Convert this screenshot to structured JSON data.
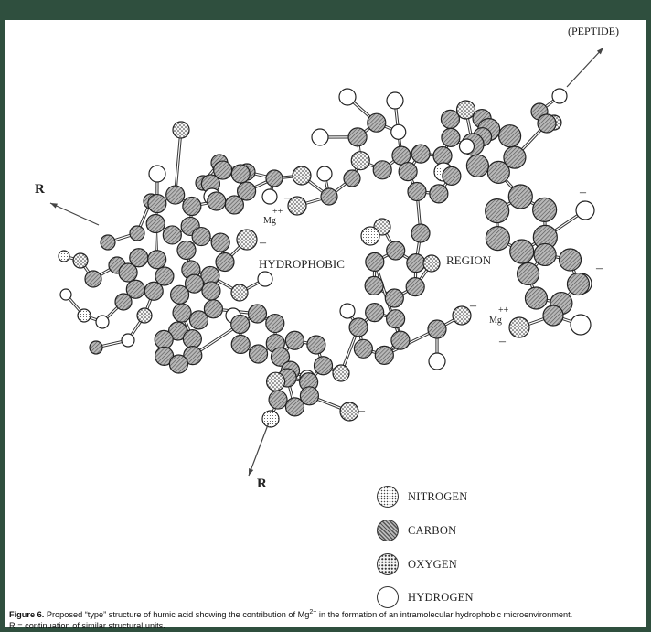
{
  "labels": {
    "peptide": "(PEPTIDE)",
    "r_left": "R",
    "r_bottom": "R",
    "hydrophobic": "HYDROPHOBIC",
    "region": "REGION",
    "mg1": "Mg",
    "mg1_charge": "++",
    "mg2": "Mg",
    "mg2_charge": "++",
    "minus": "–"
  },
  "legend": [
    {
      "key": "nitrogen",
      "label": "NITROGEN",
      "pattern": "dots"
    },
    {
      "key": "carbon",
      "label": "CARBON",
      "pattern": "hatch"
    },
    {
      "key": "oxygen",
      "label": "OXYGEN",
      "pattern": "coarse-dots"
    },
    {
      "key": "hydrogen",
      "label": "HYDROGEN",
      "pattern": "plain"
    }
  ],
  "caption": {
    "figure_label": "Figure 6.",
    "text_before": " Proposed “type” structure of humic acid showing the contribution of Mg",
    "sup": "2+",
    "text_after": " in the formation of an intramolecular hydrophobic microenvironment.",
    "line2": "R = continuation of similar structural units."
  }
}
